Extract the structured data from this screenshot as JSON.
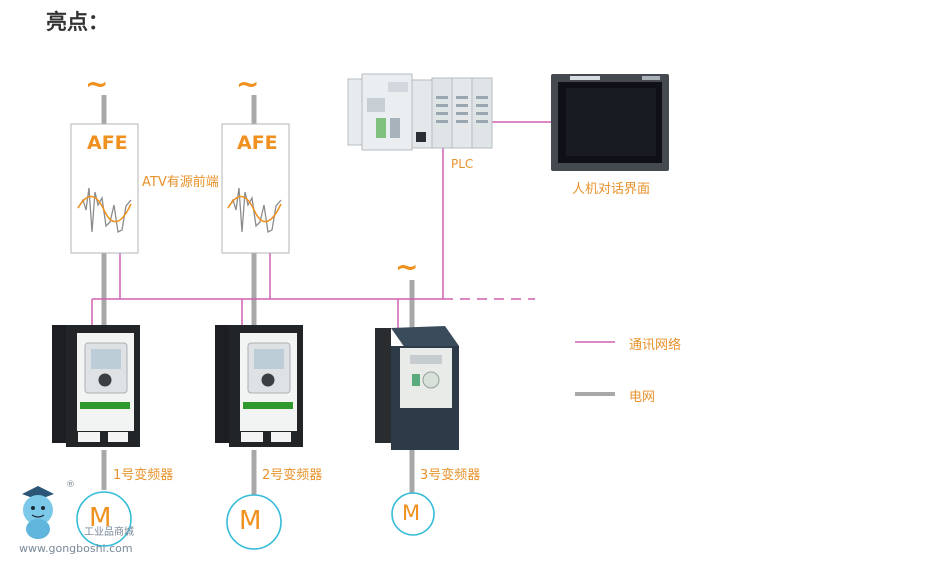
{
  "title": "亮点：",
  "afe": {
    "label": "AFE",
    "note": "ATV有源前端",
    "wave_symbol": "~"
  },
  "plc": {
    "label": "PLC"
  },
  "hmi": {
    "label": "人机对话界面"
  },
  "drives": [
    {
      "label": "1号变频器",
      "motor": "M"
    },
    {
      "label": "2号变频器",
      "motor": "M"
    },
    {
      "label": "3号变频器",
      "motor": "M"
    }
  ],
  "legend": {
    "comm": "通讯网络",
    "power": "电网"
  },
  "watermark": {
    "site": "www.gongboshi.com",
    "name": "工业品商城",
    "mark": "®"
  },
  "colors": {
    "comm_line": "#d060b0",
    "power_line": "#a8a8a8",
    "accent": "#f0901e",
    "motor": "#36bcd8"
  }
}
